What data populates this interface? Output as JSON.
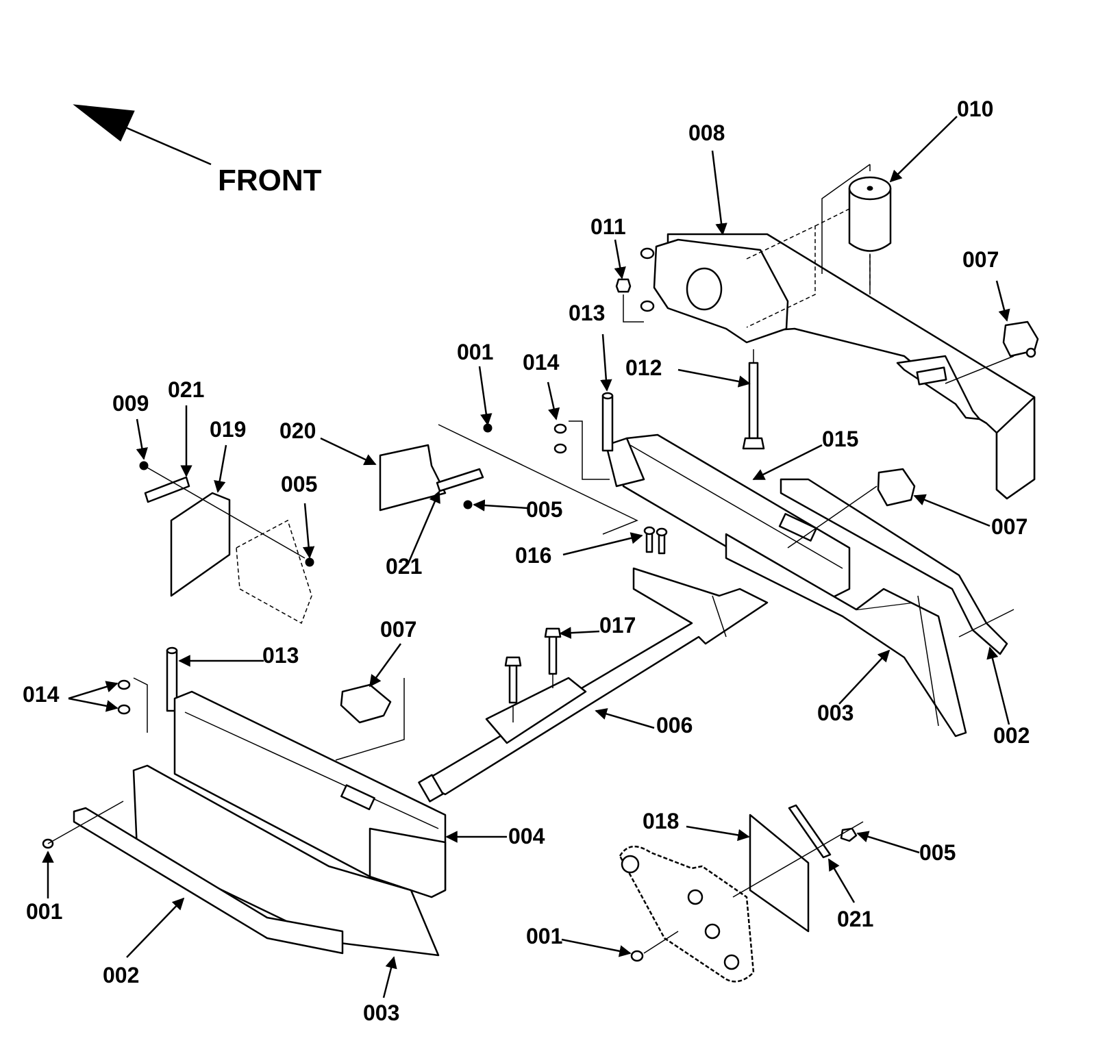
{
  "front_label": "FRONT",
  "callouts": [
    {
      "id": "c010",
      "text": "010"
    },
    {
      "id": "c008",
      "text": "008"
    },
    {
      "id": "c011",
      "text": "011"
    },
    {
      "id": "c007a",
      "text": "007"
    },
    {
      "id": "c013a",
      "text": "013"
    },
    {
      "id": "c012",
      "text": "012"
    },
    {
      "id": "c001a",
      "text": "001"
    },
    {
      "id": "c014a",
      "text": "014"
    },
    {
      "id": "c015",
      "text": "015"
    },
    {
      "id": "c009",
      "text": "009"
    },
    {
      "id": "c021a",
      "text": "021"
    },
    {
      "id": "c019",
      "text": "019"
    },
    {
      "id": "c020",
      "text": "020"
    },
    {
      "id": "c005a",
      "text": "005"
    },
    {
      "id": "c005b",
      "text": "005"
    },
    {
      "id": "c007b",
      "text": "007"
    },
    {
      "id": "c021b",
      "text": "021"
    },
    {
      "id": "c016",
      "text": "016"
    },
    {
      "id": "c017",
      "text": "017"
    },
    {
      "id": "c007c",
      "text": "007"
    },
    {
      "id": "c013b",
      "text": "013"
    },
    {
      "id": "c014b",
      "text": "014"
    },
    {
      "id": "c006",
      "text": "006"
    },
    {
      "id": "c003a",
      "text": "003"
    },
    {
      "id": "c002a",
      "text": "002"
    },
    {
      "id": "c004",
      "text": "004"
    },
    {
      "id": "c018",
      "text": "018"
    },
    {
      "id": "c005c",
      "text": "005"
    },
    {
      "id": "c001b",
      "text": "001"
    },
    {
      "id": "c001c",
      "text": "001"
    },
    {
      "id": "c021c",
      "text": "021"
    },
    {
      "id": "c002b",
      "text": "002"
    },
    {
      "id": "c003b",
      "text": "003"
    }
  ]
}
